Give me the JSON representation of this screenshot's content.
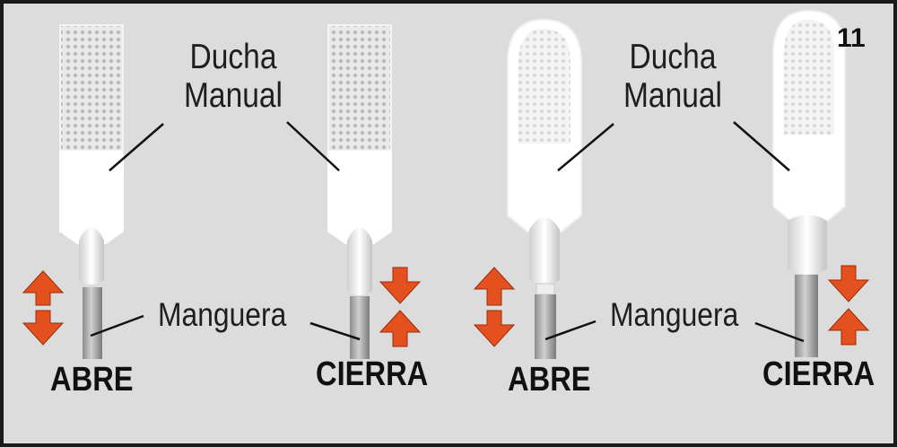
{
  "figure_number": "11",
  "labels": {
    "shower": "Ducha\nManual",
    "hose": "Manguera",
    "open": "ABRE",
    "close": "CIERRA"
  },
  "panels": [
    {
      "shape": "square-head",
      "action": "open"
    },
    {
      "shape": "square-head",
      "action": "close"
    },
    {
      "shape": "round-head",
      "action": "open"
    },
    {
      "shape": "round-head",
      "action": "close"
    }
  ],
  "colors": {
    "background": "#dcdcdc",
    "arrow": "#e4501e",
    "frame": "#1a1a1a"
  }
}
